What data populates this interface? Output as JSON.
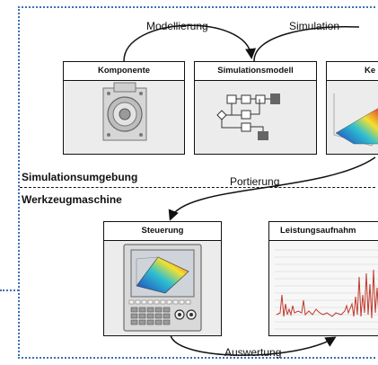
{
  "arrows": {
    "modellierung": "Modellierung",
    "simulation": "Simulation",
    "portierung": "Portierung",
    "auswertung": "Auswertung"
  },
  "boxes": {
    "komponente": "Komponente",
    "simulationsmodell": "Simulationsmodell",
    "third_truncated": "Ke",
    "steuerung": "Steuerung",
    "leistungsaufnahme": "Leistungsaufnahm"
  },
  "sections": {
    "upper": "Simulationsumgebung",
    "lower": "Werkzeugmaschine"
  },
  "colors": {
    "frame": "#3d6fb3",
    "signal": "#c0392b",
    "surface_low": "#1f3fbf",
    "surface_high": "#e8402a"
  }
}
